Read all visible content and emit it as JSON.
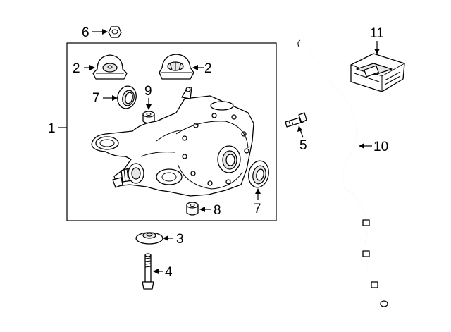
{
  "callouts": {
    "c1": "1",
    "c2a": "2",
    "c2b": "2",
    "c3": "3",
    "c4": "4",
    "c5": "5",
    "c6": "6",
    "c7a": "7",
    "c7b": "7",
    "c8": "8",
    "c9": "9",
    "c10": "10",
    "c11": "11"
  }
}
